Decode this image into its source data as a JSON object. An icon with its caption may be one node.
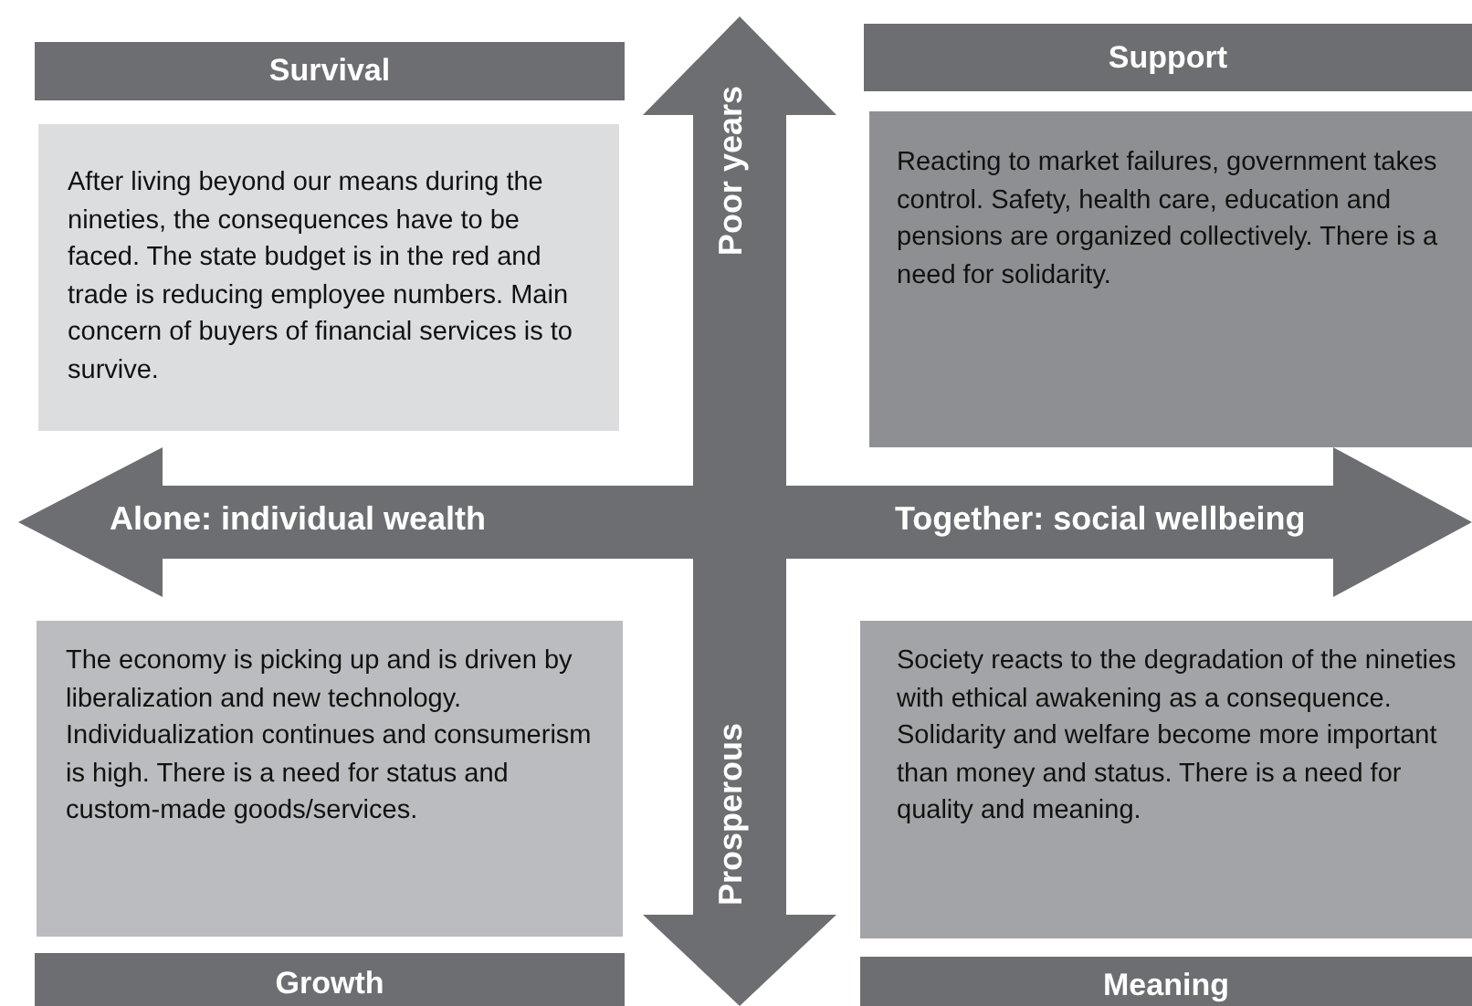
{
  "diagram": {
    "nodes": [
      {
        "text": [
          "Survival"
        ]
      },
      {
        "text": [
          "After living beyond our means during the nineties, the consequences have to be faced. The state budget is in the red and trade is reducing employee numbers. Main concern of buyers of financial services is to survive."
        ]
      },
      {
        "text": [
          "Poor years"
        ]
      },
      {
        "text": [
          "Support"
        ]
      },
      {
        "text": [
          "Reacting to market failures, government takes control. Safety, health care, education and pensions are organized collectively. There is a need for solidarity."
        ]
      },
      {
        "text": [
          "Alone: individual wealth"
        ]
      },
      {
        "text": [
          "Together: social wellbeing"
        ]
      },
      {
        "text": [
          "The economy is picking up and is driven by liberalization and new technology. Individualization continues and consumerism is high. There is a need for status and custom-made goods/services."
        ]
      },
      {
        "text": [
          "Prosperous"
        ]
      },
      {
        "text": [
          "Society reacts to the degradation of the nineties with ethical awakening as a consequence. Solidarity and welfare become more important than money and status. There is a need for quality and meaning."
        ]
      },
      {
        "text": [
          "Growth"
        ]
      },
      {
        "text": [
          "Meaning"
        ]
      }
    ]
  }
}
